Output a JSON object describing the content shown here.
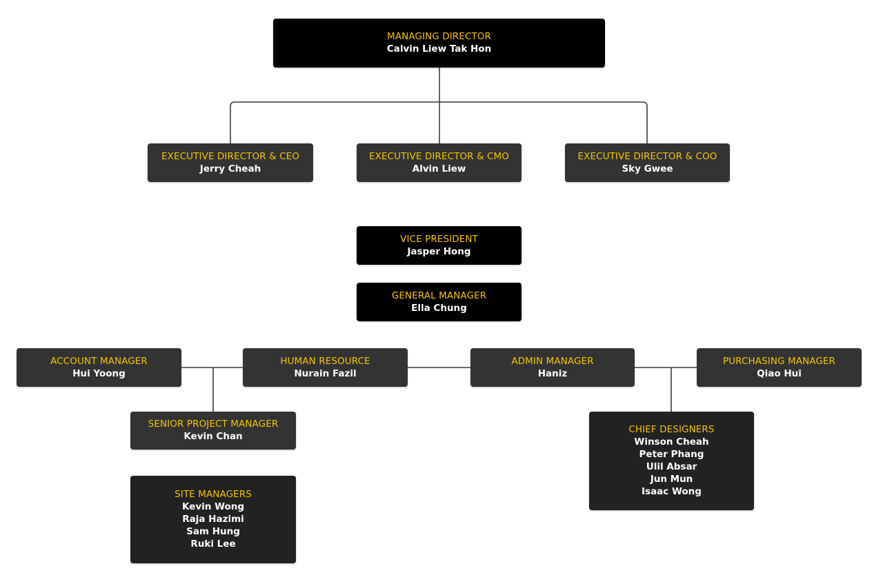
{
  "colors": {
    "title": "#f5c400",
    "name": "#ffffff",
    "black_box": "#000000",
    "grey_box": "#333333",
    "dark_box": "#222222",
    "line": "#3a3a3a"
  },
  "nodes": {
    "md": {
      "title": "MANAGING DIRECTOR",
      "names": [
        "Calvin Liew Tak Hon"
      ]
    },
    "ceo": {
      "title": "EXECUTIVE DIRECTOR & CEO",
      "names": [
        "Jerry Cheah"
      ]
    },
    "cmo": {
      "title": "EXECUTIVE DIRECTOR & CMO",
      "names": [
        "Alvin Liew"
      ]
    },
    "coo": {
      "title": "EXECUTIVE DIRECTOR & COO",
      "names": [
        "Sky Gwee"
      ]
    },
    "vp": {
      "title": "VICE PRESIDENT",
      "names": [
        "Jasper Hong"
      ]
    },
    "gm": {
      "title": "GENERAL MANAGER",
      "names": [
        "Ella Chung"
      ]
    },
    "account": {
      "title": "ACCOUNT MANAGER",
      "names": [
        "Hui Yoong"
      ]
    },
    "hr": {
      "title": "HUMAN RESOURCE",
      "names": [
        "Nurain Fazil"
      ]
    },
    "admin": {
      "title": "ADMIN MANAGER",
      "names": [
        "Haniz"
      ]
    },
    "purchasing": {
      "title": "PURCHASING MANAGER",
      "names": [
        "Qiao Hui"
      ]
    },
    "spm": {
      "title": "SENIOR PROJECT MANAGER",
      "names": [
        "Kevin Chan"
      ]
    },
    "site": {
      "title": "SITE MANAGERS",
      "names": [
        "Kevin Wong",
        "Raja Hazimi",
        "Sam Hung",
        "Ruki Lee"
      ]
    },
    "designers": {
      "title": "CHIEF DESIGNERS",
      "names": [
        "Winson Cheah",
        "Peter Phang",
        "Ulil Absar",
        "Jun Mun",
        "Isaac Wong"
      ]
    }
  }
}
